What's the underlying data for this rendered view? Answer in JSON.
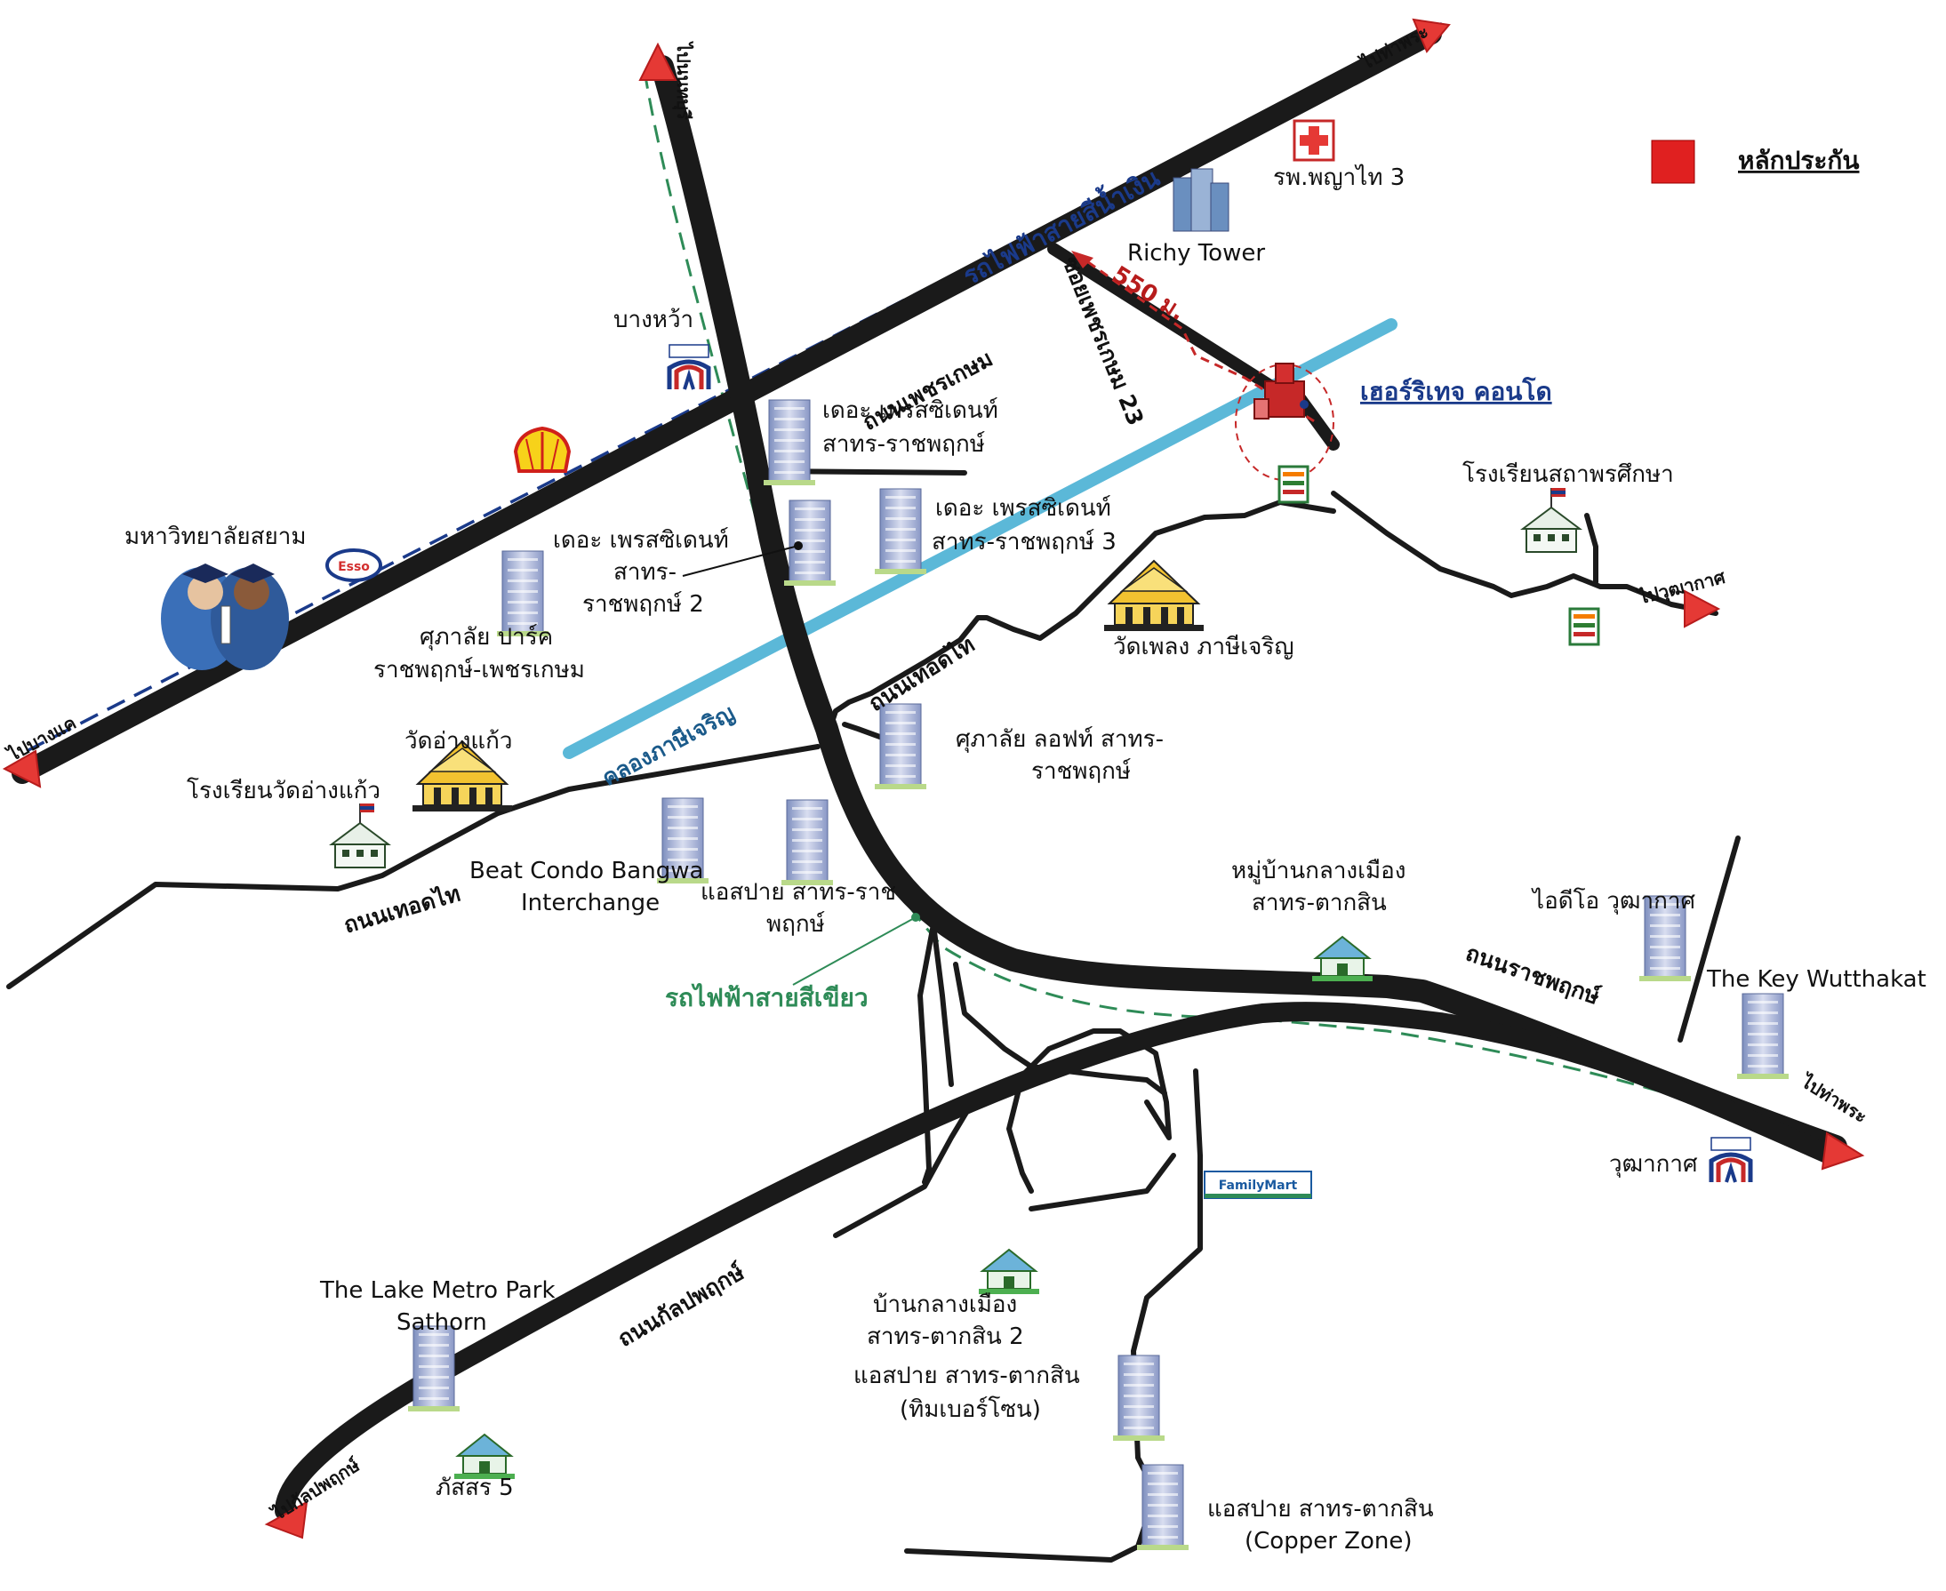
{
  "legend": {
    "label": "หลักประกัน",
    "color": "#e02020"
  },
  "subject": {
    "name": "เฮอร์ริเทจ คอนโด",
    "distance": "550 ม."
  },
  "lines": {
    "bts_blue": "รถไฟฟ้าสายสีน้ำเงิน",
    "bts_green": "รถไฟฟ้าสายสีเขียว"
  },
  "canal": "คลองภาษีเจริญ",
  "roads": {
    "phetkasem": "ถนนเพชรเกษม",
    "soi_phetkasem_23": "ซอยเพชรเกษม 23",
    "thoet_thai_1": "ถนนเทอดไท",
    "thoet_thai_2": "ถนนเทอดไท",
    "ratchaphruek": "ถนนราชพฤกษ์",
    "kanlapaphruek": "ถนนกัลปพฤกษ์"
  },
  "directions": {
    "to_nonthaburi": "ไปนนทบุรี",
    "to_tha_phra_top": "ไปท่าพระ",
    "to_bang_khae": "ไปบางแค",
    "to_wutthakat": "ไปวุฒากาศ",
    "to_tha_phra_bottom": "ไปท่าพระ",
    "to_kanlapaphruek": "ไปกัลปพฤกษ์"
  },
  "stations": {
    "bang_wa": "บางหว้า",
    "wutthakat": "วุฒากาศ"
  },
  "places": {
    "phyathai3": "รพ.พญาไท 3",
    "richy_tower": "Richy Tower",
    "school_sathaporn": "โรงเรียนสถาพรศึกษา",
    "siam_univ": "มหาวิทยาลัยสยาม",
    "president1_l1": "เดอะ เพรสซิเดนท์",
    "president1_l2": "สาทร-ราชพฤกษ์",
    "president2_l1": "เดอะ เพรสซิเดนท์",
    "president2_l2": "สาทร-",
    "president2_l3": "ราชพฤกษ์ 2",
    "president3_l1": "เดอะ เพรสซิเดนท์",
    "president3_l2": "สาทร-ราชพฤกษ์ 3",
    "supalai_park_l1": "ศุภาลัย ปาร์ค",
    "supalai_park_l2": "ราชพฤกษ์-เพชรเกษม",
    "wat_phleng_l1": "วัดเพลง ภาษีเจริญ",
    "wat_angkaeo": "วัดอ่างแก้ว",
    "school_angkaeo": "โรงเรียนวัดอ่างแก้ว",
    "supalai_loft_l1": "ศุภาลัย ลอฟท์ สาทร-",
    "supalai_loft_l2": "ราชพฤกษ์",
    "beat_l1": "Beat Condo Bangwa",
    "beat_l2": "Interchange",
    "aspire_rr_l1": "แอสปาย สาทร-ราช",
    "aspire_rr_l2": "พฤกษ์",
    "village_tk_l1": "หมู่บ้านกลางเมือง",
    "village_tk_l2": "สาทร-ตากสิน",
    "ideo_wutthakat": "ไอดีโอ วุฒากาศ",
    "the_key": "The Key Wutthakat",
    "familymart": "FamilyMart",
    "lake_metro_l1": "The Lake Metro Park",
    "lake_metro_l2": "Sathorn",
    "baan_tk2_l1": "บ้านกลางเมือง",
    "baan_tk2_l2": "สาทร-ตากสิน 2",
    "aspire_timber_l1": "แอสปาย สาทร-ตากสิน",
    "aspire_timber_l2": "(ทิมเบอร์โซน)",
    "pasorn5": "ภัสสร 5",
    "aspire_copper_l1": "แอสปาย สาทร-ตากสิน",
    "aspire_copper_l2": "(Copper Zone)"
  },
  "logos": {
    "bts": "BTS",
    "esso": "Esso",
    "seven": "7",
    "shell": "shell-logo"
  }
}
